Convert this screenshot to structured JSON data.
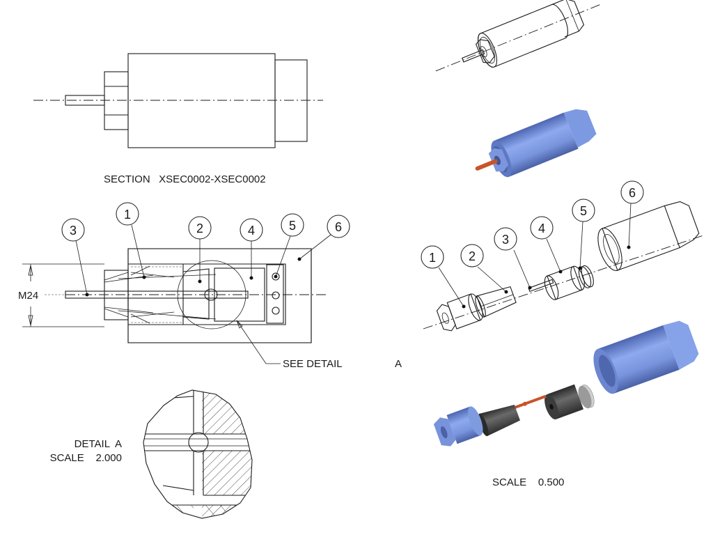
{
  "drawing": {
    "type": "technical-assembly-drawing",
    "views": {
      "front_view": {
        "name": "front-view"
      },
      "section_view": {
        "title": "SECTION   XSEC0002-XSEC0002",
        "dimension_label": "M24",
        "detail_callout": "SEE DETAIL",
        "detail_callout_letter": "A",
        "balloons": [
          "1",
          "2",
          "3",
          "4",
          "5",
          "6"
        ]
      },
      "detail_view": {
        "title": "DETAIL  A",
        "scale_label": "SCALE    2.000"
      },
      "iso_wireframe": {
        "name": "isometric-wireframe-assembled"
      },
      "iso_shaded": {
        "name": "isometric-shaded-assembled"
      },
      "exploded_wireframe": {
        "balloons": [
          "1",
          "2",
          "3",
          "4",
          "5",
          "6"
        ]
      },
      "exploded_shaded": {
        "scale_label": "SCALE    0.500"
      }
    },
    "colors": {
      "line": "#1a1a1a",
      "part_blue": "#7f9be0",
      "part_blue_dark": "#4b63a8",
      "part_dark": "#4a4a4a",
      "pin_orange": "#c8542a",
      "hidden_line": "#9a9a9a"
    }
  }
}
